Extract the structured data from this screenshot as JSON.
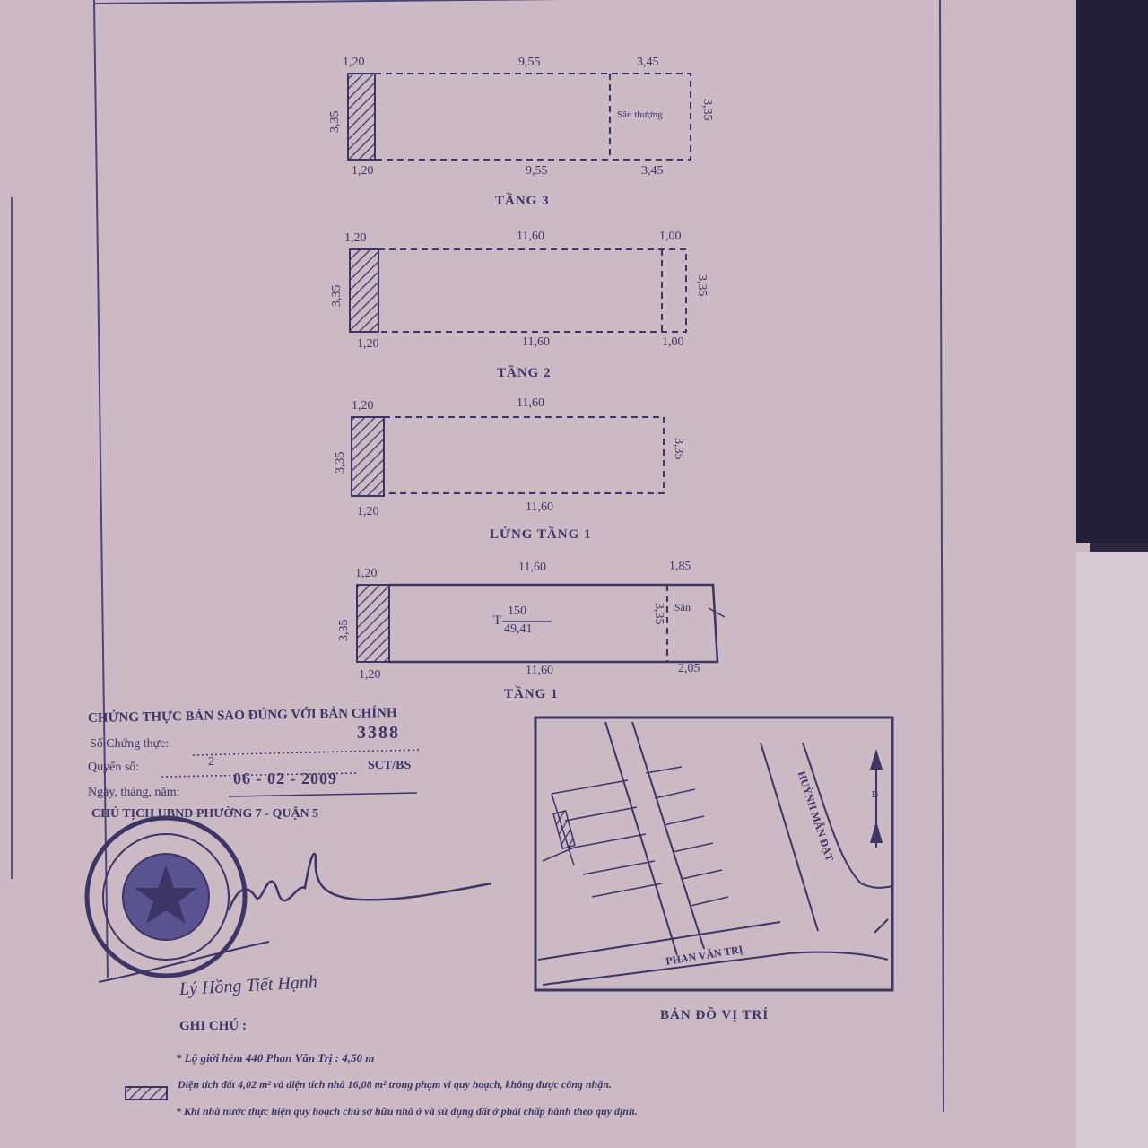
{
  "floors": {
    "tang3": {
      "name": "TẦNG 3",
      "top_left": "1,20",
      "top_mid": "9,55",
      "top_right": "3,45",
      "bottom_left": "1,20",
      "bottom_mid": "9,55",
      "bottom_right": "3,45",
      "left_side": "3,35",
      "right_side": "3,35",
      "terrace_label": "Sân thượng"
    },
    "tang2": {
      "name": "TẦNG 2",
      "top_left": "1,20",
      "top_mid": "11,60",
      "top_right": "1,00",
      "bottom_left": "1,20",
      "bottom_mid": "11,60",
      "bottom_right": "1,00",
      "left_side": "3,35",
      "right_side": "3,35"
    },
    "lung_tang1": {
      "name": "LỬNG TẦNG 1",
      "top_left": "1,20",
      "top_mid": "11,60",
      "bottom_left": "1,20",
      "bottom_mid": "11,60",
      "left_side": "3,35",
      "right_side": "3,35"
    },
    "tang1": {
      "name": "TẦNG 1",
      "top_left": "1,20",
      "top_mid": "11,60",
      "top_right": "1,85",
      "bottom_left": "1,20",
      "bottom_mid": "11,60",
      "bottom_right": "2,05",
      "left_side": "3,35",
      "right_side": "3,35",
      "yard_label": "Sân",
      "code_prefix": "T",
      "code_num": "150",
      "code_den": "49,41"
    }
  },
  "certification": {
    "heading": "CHỨNG THỰC BẢN SAO ĐÚNG VỚI BẢN CHÍNH",
    "number_label": "Số Chứng thực:",
    "number_value": "3388",
    "book_label": "Quyển số:",
    "book_value": "2",
    "book_suffix": "SCT/BS",
    "date_label": "Ngày, tháng, năm:",
    "date_value": "06 - 02 - 2009",
    "authority": "CHỦ TỊCH UBND PHƯỜNG 7 - QUẬN 5",
    "signer": "Lý Hồng Tiết Hạnh"
  },
  "map": {
    "title": "BẢN ĐỒ VỊ TRÍ",
    "street1": "PHAN VĂN TRỊ",
    "street2": "HUỲNH MẪN ĐẠT",
    "north": "B"
  },
  "notes": {
    "heading": "GHI CHÚ :",
    "line1": "* Lộ giới hẻm 440 Phan Văn Trị : 4,50 m",
    "line2": "Diện tích đất 4,02 m² và diện tích nhà 16,08 m² trong phạm vi quy hoạch, không được công nhận.",
    "line3": "* Khi nhà nước thực hiện quy hoạch chủ sở hữu nhà ở và sử dụng đất ở phải chấp hành theo quy định."
  },
  "colors": {
    "paper": "#cbb9c4",
    "ink": "#3c3566",
    "background": "#2a2540"
  }
}
